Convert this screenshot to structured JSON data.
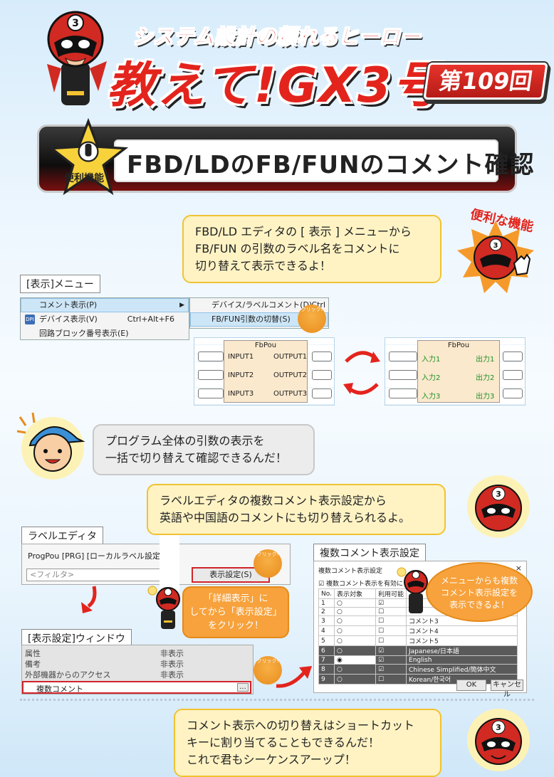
{
  "header": {
    "series_subtitle": "システム設計の頼れるヒーロー",
    "series_title": "教えて!GX3号",
    "episode": "第109回"
  },
  "banner": {
    "badge_label": "便利機能",
    "title": "FBD/LDのFB/FUNのコメント確認"
  },
  "section1": {
    "bubble_lines": [
      "FBD/LD エディタの [ 表示 ] メニューから",
      "FB/FUN の引数のラベル名をコメントに",
      "切り替えて表示できるよ！"
    ],
    "stamp_label": "便利な機能",
    "menu_tag": "[表示]メニュー",
    "menu_items": [
      {
        "label": "コメント表示(P)",
        "shortcut": "",
        "arrow": "▶"
      },
      {
        "label": "デバイス表示(V)",
        "shortcut": "Ctrl+Alt+F6",
        "arrow": ""
      },
      {
        "label": "回路ブロック番号表示(E)",
        "shortcut": "",
        "arrow": ""
      }
    ],
    "submenu_items": [
      {
        "label": "デバイス/ラベルコメント(D)",
        "shortcut": "Ctrl"
      },
      {
        "label": "FB/FUN引数の切替(S)",
        "shortcut": ""
      }
    ],
    "click_label": "クリック!",
    "fb_left": {
      "name": "FbPou",
      "inputs": [
        "INPUT1",
        "INPUT2",
        "INPUT3"
      ],
      "outputs": [
        "OUTPUT1",
        "OUTPUT2",
        "OUTPUT3"
      ]
    },
    "fb_right": {
      "name": "FbPou",
      "inputs": [
        "入力1",
        "入力2",
        "入力3"
      ],
      "outputs": [
        "出力1",
        "出力2",
        "出力3"
      ]
    }
  },
  "section2": {
    "bubble_lines": [
      "プログラム全体の引数の表示を",
      "一括で切り替えて確認できるんだ！"
    ]
  },
  "section3": {
    "bubble_lines": [
      "ラベルエディタの複数コメント表示設定から",
      "英語や中国語のコメントにも切り替えられるよ。"
    ],
    "label_editor_tag": "ラベルエディタ",
    "editor_title": "ProgPou [PRG] [ローカルラベル設定]",
    "filter_placeholder": "<フィルタ>",
    "display_settings_button": "表示設定(S)",
    "hint_lines": [
      "「詳細表示」に",
      "してから「表示設定」",
      "をクリック！"
    ],
    "window_tag": "[表示設定]ウィンドウ",
    "settings_rows": [
      {
        "name": "属性",
        "value": "非表示"
      },
      {
        "name": "備考",
        "value": "非表示"
      },
      {
        "name": "外部機器からのアクセス",
        "value": "非表示"
      },
      {
        "name": "複数コメント",
        "value": ""
      }
    ],
    "ellipsis": "...",
    "multi_tag": "複数コメント表示設定",
    "dialog_title": "複数コメント表示設定",
    "dialog_checkbox": "複数コメント表示を有効にする(M)",
    "dialog_headers": [
      "No.",
      "表示対象",
      "利用可能"
    ],
    "dialog_rows": [
      {
        "no": "1",
        "name": ""
      },
      {
        "no": "2",
        "name": ""
      },
      {
        "no": "3",
        "name": "コメント3"
      },
      {
        "no": "4",
        "name": "コメント4"
      },
      {
        "no": "5",
        "name": "コメント5"
      },
      {
        "no": "6",
        "name": "Japanese/日本語"
      },
      {
        "no": "7",
        "name": "English"
      },
      {
        "no": "8",
        "name": "Chinese Simplified/簡体中文"
      },
      {
        "no": "9",
        "name": "Korean/한국어"
      }
    ],
    "dialog_ok": "OK",
    "dialog_cancel": "キャンセル",
    "bubble_red_lines": [
      "メニューからも複数",
      "コメント表示設定を",
      "表示できるよ！"
    ]
  },
  "footer": {
    "bubble_lines": [
      "コメント表示への切り替えはショートカット",
      "キーに割り当てることもできるんだ！",
      "これで君もシーケンスアーップ！"
    ]
  },
  "colors": {
    "brand_red": "#e3241d",
    "bubble_yellow": "#fff3c4",
    "bubble_border": "#f1c232"
  }
}
